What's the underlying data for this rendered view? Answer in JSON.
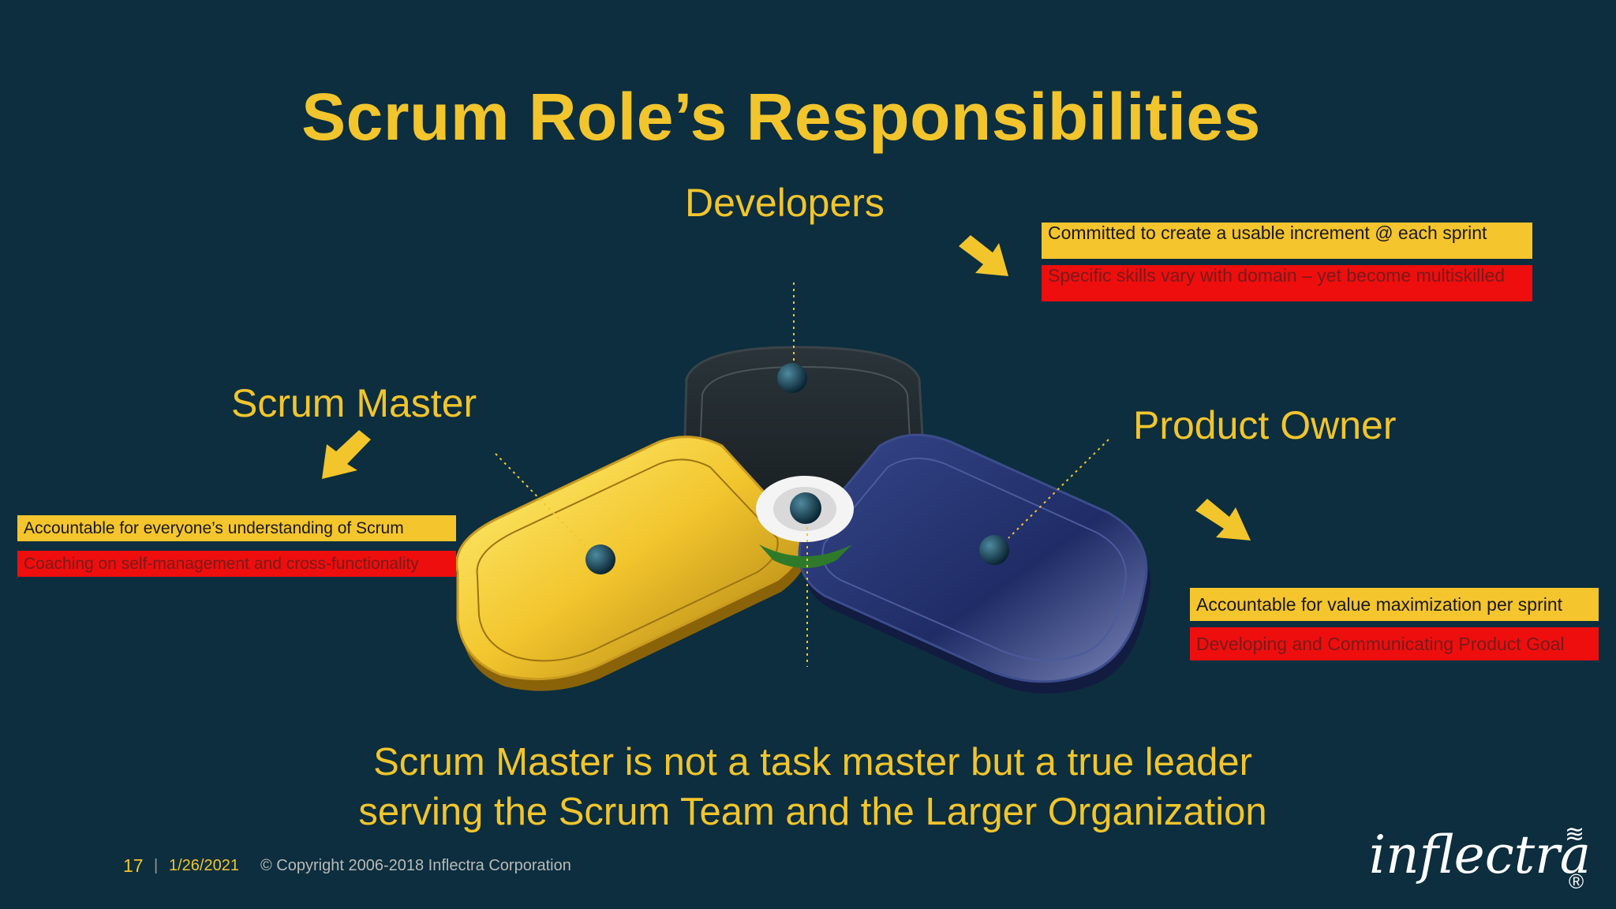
{
  "slide": {
    "title": "Scrum Role’s Responsibilities"
  },
  "roles": {
    "developers": {
      "label": "Developers",
      "items": [
        "Committed to create a usable increment @ each sprint",
        "Specific skills vary with domain – yet become multiskilled"
      ]
    },
    "scrum_master": {
      "label": "Scrum Master",
      "items": [
        "Accountable for everyone’s understanding of Scrum",
        "Coaching on self-management and cross-functionality"
      ]
    },
    "product_owner": {
      "label": "Product Owner",
      "items": [
        "Accountable for value maximization per sprint",
        "Developing and Communicating Product Goal"
      ]
    }
  },
  "tagline": {
    "line1": "Scrum Master is not a task master but a true leader",
    "line2": "serving the Scrum Team and the Larger Organization"
  },
  "footer": {
    "page_number": "17",
    "separator": "|",
    "date": "1/26/2021",
    "copyright": "© Copyright 2006-2018 Inflectra Corporation"
  },
  "logo": {
    "text": "inflectra",
    "registered": "®"
  },
  "colors": {
    "background": "#0c2e3e",
    "accent_yellow": "#f2c52d",
    "accent_red": "#ee0e0e",
    "navy": "#1f2c66"
  },
  "icons": [
    "arrow-down-right-icon",
    "arrow-down-left-icon",
    "arrow-down-right-icon"
  ]
}
